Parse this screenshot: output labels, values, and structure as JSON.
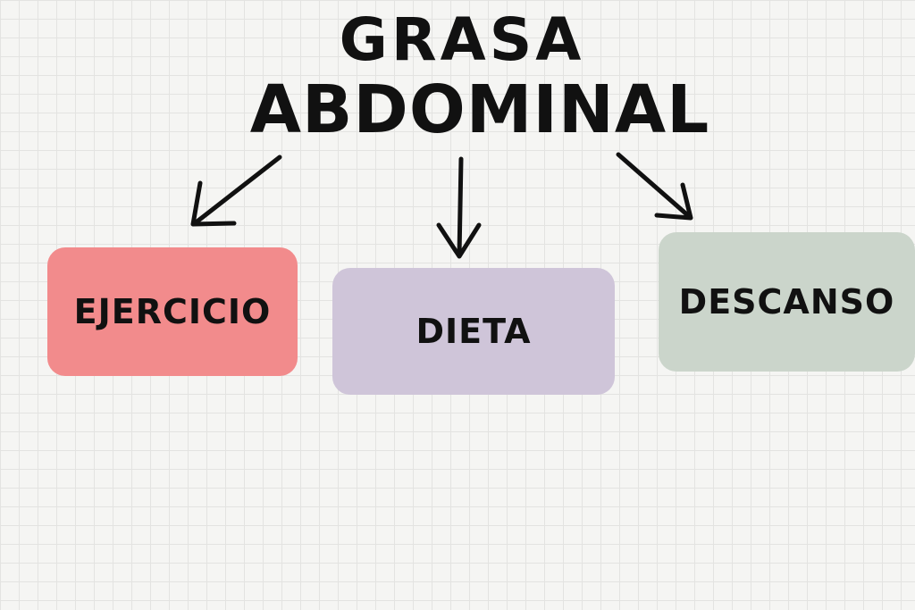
{
  "title": {
    "line1": "GRASA",
    "line2": "ABDOMINAL"
  },
  "nodes": [
    {
      "label": "EJERCICIO",
      "color": "#f28b8c"
    },
    {
      "label": "DIETA",
      "color": "#cfc5d9"
    },
    {
      "label": "DESCANSO",
      "color": "#cbd5cb"
    }
  ],
  "colors": {
    "text": "#111111",
    "background": "#f5f5f3",
    "grid": "#e3e3e1"
  }
}
